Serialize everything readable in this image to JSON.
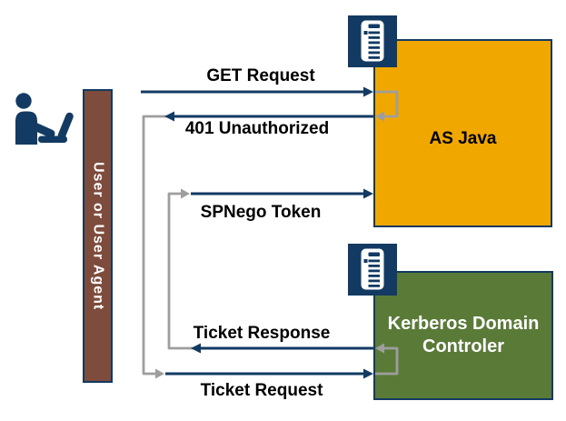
{
  "actors": {
    "user_agent": {
      "label": "User or User Agent"
    },
    "as_java": {
      "label": "AS Java"
    },
    "kdc": {
      "line1": "Kerberos Domain",
      "line2": "Controler"
    }
  },
  "messages": [
    {
      "label": "GET Request",
      "from": "user_agent",
      "to": "as_java",
      "direction": "right"
    },
    {
      "label": "401 Unauthorized",
      "from": "as_java",
      "to": "user_agent",
      "direction": "left"
    },
    {
      "label": "SPNego Token",
      "from": "user_agent",
      "to": "as_java",
      "direction": "right"
    },
    {
      "label": "Ticket Response",
      "from": "kdc",
      "to": "user_agent",
      "direction": "left"
    },
    {
      "label": "Ticket Request",
      "from": "user_agent",
      "to": "kdc",
      "direction": "right"
    }
  ],
  "icons": {
    "person": "user-at-laptop-icon",
    "server_top": "server-icon",
    "server_bottom": "server-icon"
  },
  "colors": {
    "navy": "#123a63",
    "orange": "#f0a800",
    "green": "#5a7b38",
    "brown": "#7e4c3c",
    "gray": "#9e9e9e",
    "label_text": "#000000",
    "box_text_light": "#ffffff"
  }
}
